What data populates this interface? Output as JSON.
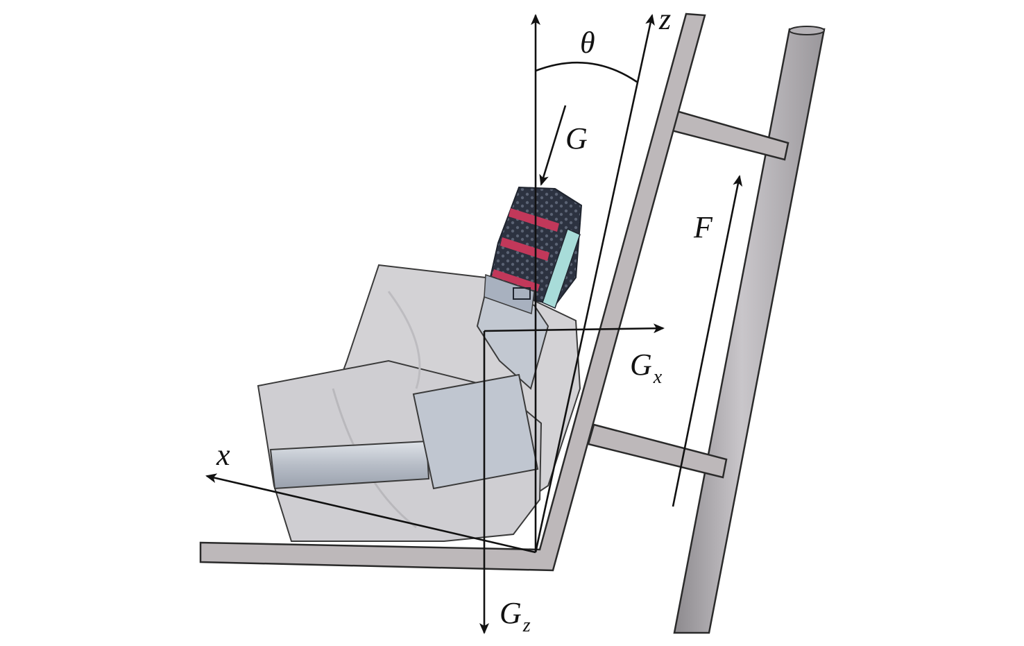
{
  "diagram": {
    "labels": {
      "theta": "θ",
      "z_axis": "z",
      "x_axis": "x",
      "gravity": "G",
      "force": "F",
      "gx_main": "G",
      "gx_sub": "x",
      "gz_main": "G",
      "gz_sub": "z"
    },
    "colors": {
      "frame_fill": "#bdb8ba",
      "pipe_fill": "#a9a7aa",
      "body_fill": "#d4d3d6",
      "segment_blue": "#c3c8cf",
      "band_red": "#c2385a",
      "band_cyan": "#a8dcd9",
      "mesh_dark": "#2c3240",
      "ink": "#111111"
    }
  }
}
